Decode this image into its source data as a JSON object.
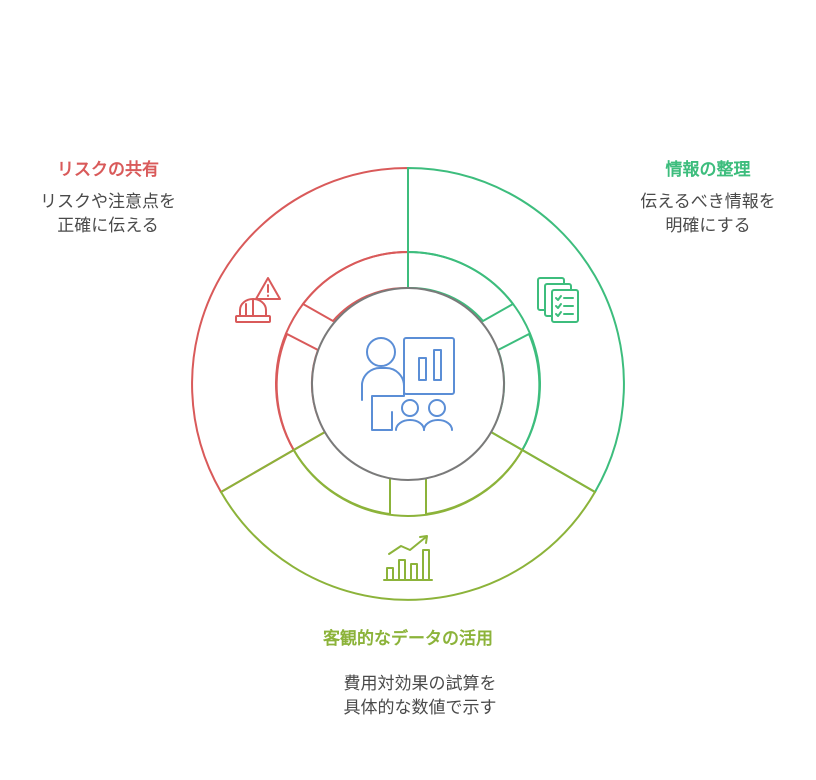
{
  "center": {
    "icon": "presentation-audience-icon",
    "color": "#5b8ed6"
  },
  "segments": [
    {
      "key": "risk",
      "title": "リスクの共有",
      "desc": [
        "リスクや注意点を",
        "正確に伝える"
      ],
      "color": "#d95a5a",
      "icon": "warning-hardhat-icon"
    },
    {
      "key": "info",
      "title": "情報の整理",
      "desc": [
        "伝えるべき情報を",
        "明確にする"
      ],
      "color": "#3dbd7d",
      "icon": "checklist-documents-icon"
    },
    {
      "key": "data",
      "title": "客観的なデータの活用",
      "desc": [
        "費用対効果の試算を",
        "具体的な数値で示す"
      ],
      "color": "#8cb33a",
      "icon": "growth-chart-icon"
    }
  ]
}
